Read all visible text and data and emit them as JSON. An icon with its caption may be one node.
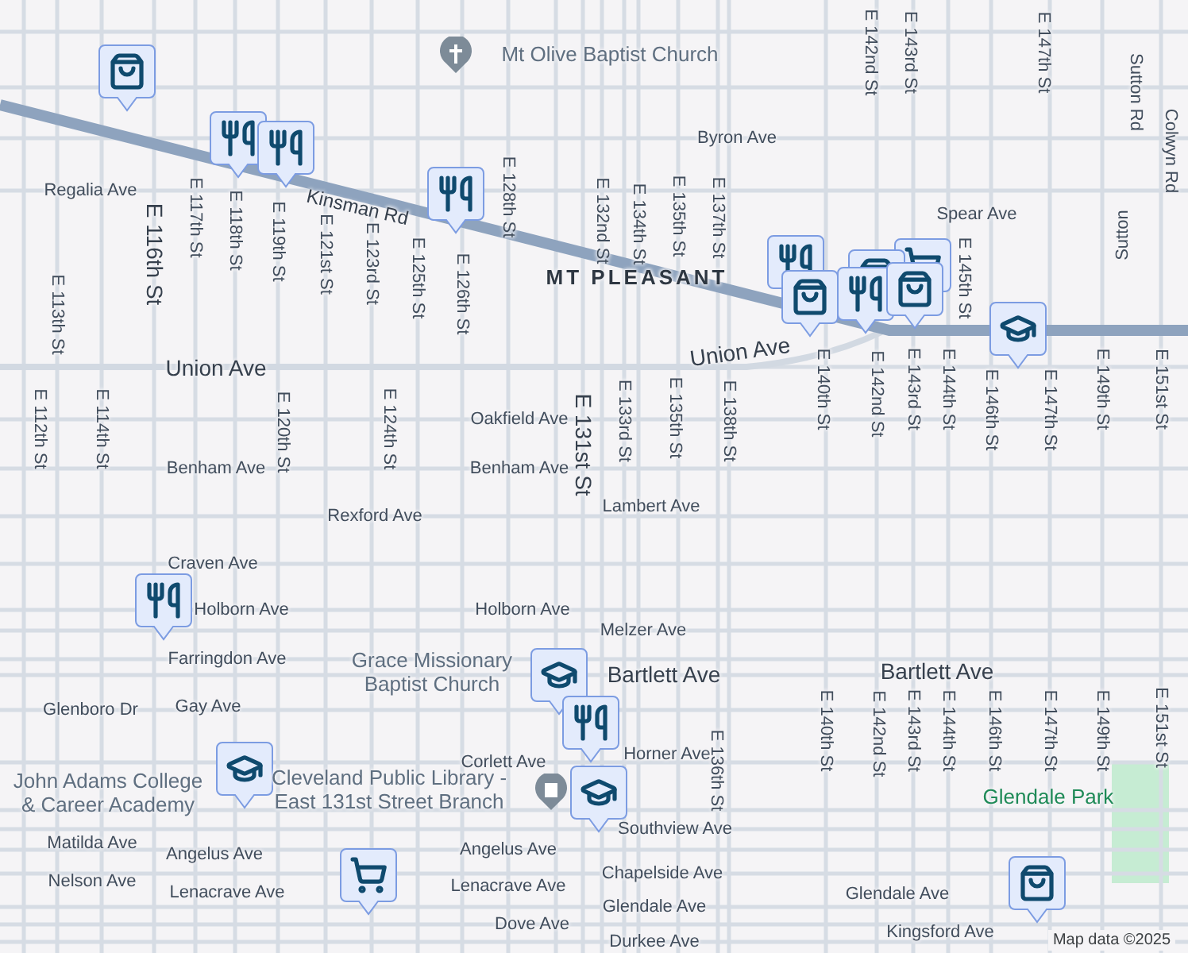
{
  "diagram": {
    "labels": [
      "Mt Olive Baptist Church",
      "E 142nd St",
      "E 143rd St",
      "E 147th St",
      "Sutton Rd",
      "Byron Ave",
      "Colwyn Rd",
      "Regalia Ave",
      "E 128th St",
      "Kinsman Rd",
      "E 117th St",
      "E 118th St",
      "E 119th St",
      "E 132nd St",
      "E 134th St",
      "E 135th St",
      "E 137th St",
      "Spear Ave",
      "Sutton",
      "E 116th St",
      "E 121st St",
      "E 123rd St",
      "MT PLEASANT",
      "E 125th St",
      "E 126th St",
      "E 145th St",
      "E 113th St",
      "Union Ave",
      "Union Ave",
      "E 140th St",
      "E 142nd St",
      "E 143rd St",
      "E 144th St",
      "E 146th St",
      "E 147th St",
      "E 149th St",
      "E 151st St",
      "E 112th St",
      "E 114th St",
      "E 120th St",
      "E 124th St",
      "Oakfield Ave",
      "E 131st St",
      "E 133rd St",
      "E 135th St",
      "E 138th St",
      "Benham Ave",
      "Benham Ave",
      "Lambert Ave",
      "Rexford Ave",
      "Craven Ave",
      "Holborn Ave",
      "Holborn Ave",
      "Melzer Ave",
      "Farringdon Ave",
      "Grace Missionary Baptist Church",
      "Bartlett Ave",
      "Bartlett Ave",
      "Glenboro Dr",
      "Gay Ave",
      "E 140th St",
      "E 142nd St",
      "E 143rd St",
      "E 144th St",
      "E 146th St",
      "E 147th St",
      "E 149th St",
      "E 151st St",
      "Horner Ave",
      "Corlett Ave",
      "E 136th St",
      "John Adams College & Career Academy",
      "Cleveland Public Library - East 131st Street Branch",
      "Glendale Park",
      "Southview Ave",
      "Matilda Ave",
      "Angelus Ave",
      "Angelus Ave",
      "Nelson Ave",
      "Lenacrave Ave",
      "Lenacrave Ave",
      "Chapelside Ave",
      "Glendale Ave",
      "Glendale Ave",
      "Dove Ave",
      "Durkee Ave",
      "Kingsford Ave",
      "Map data ©2025"
    ]
  }
}
